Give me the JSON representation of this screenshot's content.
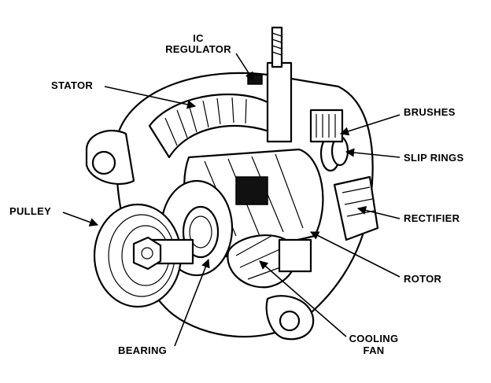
{
  "title": "Alternator cutaway diagram",
  "labels": {
    "ic_regulator_line1": "IC",
    "ic_regulator_line2": "REGULATOR",
    "stator": "STATOR",
    "brushes": "BRUSHES",
    "slip_rings": "SLIP RINGS",
    "pulley": "PULLEY",
    "rectifier": "RECTIFIER",
    "rotor": "ROTOR",
    "bearing": "BEARING",
    "cooling_fan_line1": "COOLING",
    "cooling_fan_line2": "FAN"
  }
}
